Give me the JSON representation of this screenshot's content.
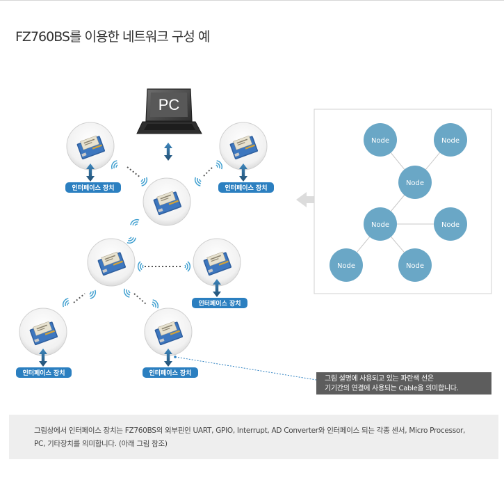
{
  "title": "FZ760BS를 이용한 네트워크 구성 예",
  "pc_label": "PC",
  "interface_label": "인터페이스 장치",
  "node_label": "Node",
  "tooltip": {
    "line1": "그림 설명에 사용되고 있는 파란색 선은",
    "line2": "기기간의 연결에 사용되는 Cable을 의미합니다."
  },
  "footer": {
    "line1": "그림상에서 인터페이스 장치는 FZ760BS의 외부핀인 UART, GPIO, Interrupt, AD Converter와 인터페이스 되는 각종 센서, Micro Processor,",
    "line2": "PC, 기타장치를 의미합니다. (아래 그림 참조)"
  },
  "colors": {
    "node": "#6aa7c6",
    "interface_badge": "#2b7fc0",
    "arrow": "#2f6d99",
    "tip_bg": "#5d5d5d",
    "footer_bg": "#eeeeee"
  }
}
